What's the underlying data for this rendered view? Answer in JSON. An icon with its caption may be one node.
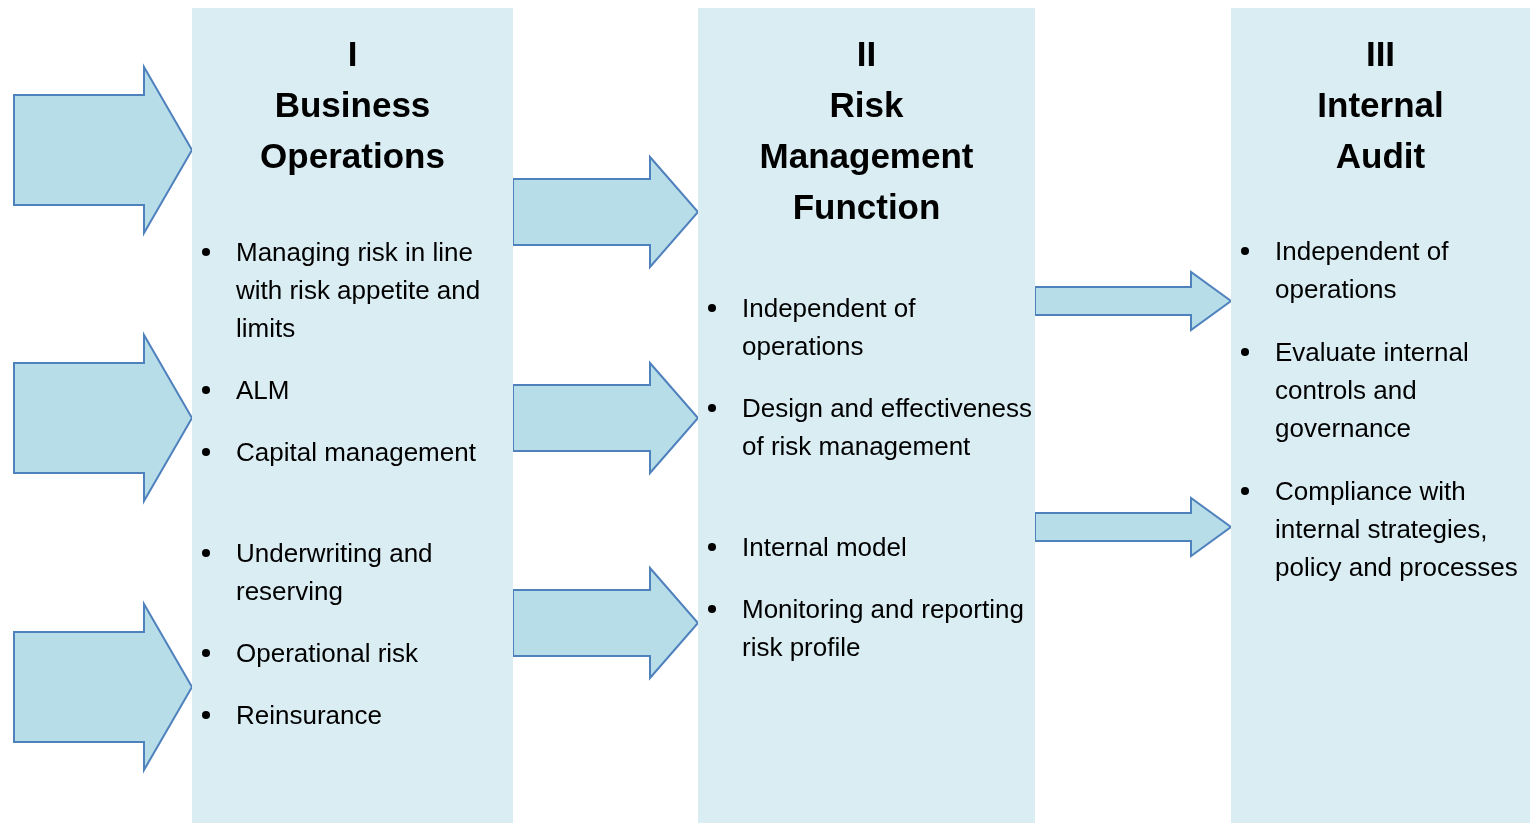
{
  "diagram": {
    "nodes": [
      {
        "text": [
          "I",
          "Business Operations",
          "Managing risk in line with risk appetite and limits",
          "ALM",
          "Capital management",
          "Underwriting and reserving",
          "Operational risk",
          "Reinsurance"
        ]
      },
      {
        "text": [
          "II",
          "Risk Management Function",
          "Independent of operations",
          "Design and effectiveness of risk management",
          "Internal model",
          "Monitoring and reporting risk profile"
        ]
      },
      {
        "text": [
          "III",
          "Internal Audit",
          "Independent of operations",
          "Evaluate internal controls and governance",
          "Compliance with internal strategies, policy and processes"
        ]
      }
    ],
    "edges": [
      {
        "from": null,
        "to": 0,
        "arrow": "to"
      },
      {
        "from": null,
        "to": 0,
        "arrow": "to"
      },
      {
        "from": null,
        "to": 0,
        "arrow": "to"
      },
      {
        "from": 0,
        "to": 1,
        "arrow": "to"
      },
      {
        "from": 0,
        "to": 1,
        "arrow": "to"
      },
      {
        "from": 0,
        "to": 1,
        "arrow": "to"
      },
      {
        "from": 1,
        "to": 2,
        "arrow": "to"
      },
      {
        "from": 1,
        "to": 2,
        "arrow": "to"
      }
    ]
  }
}
